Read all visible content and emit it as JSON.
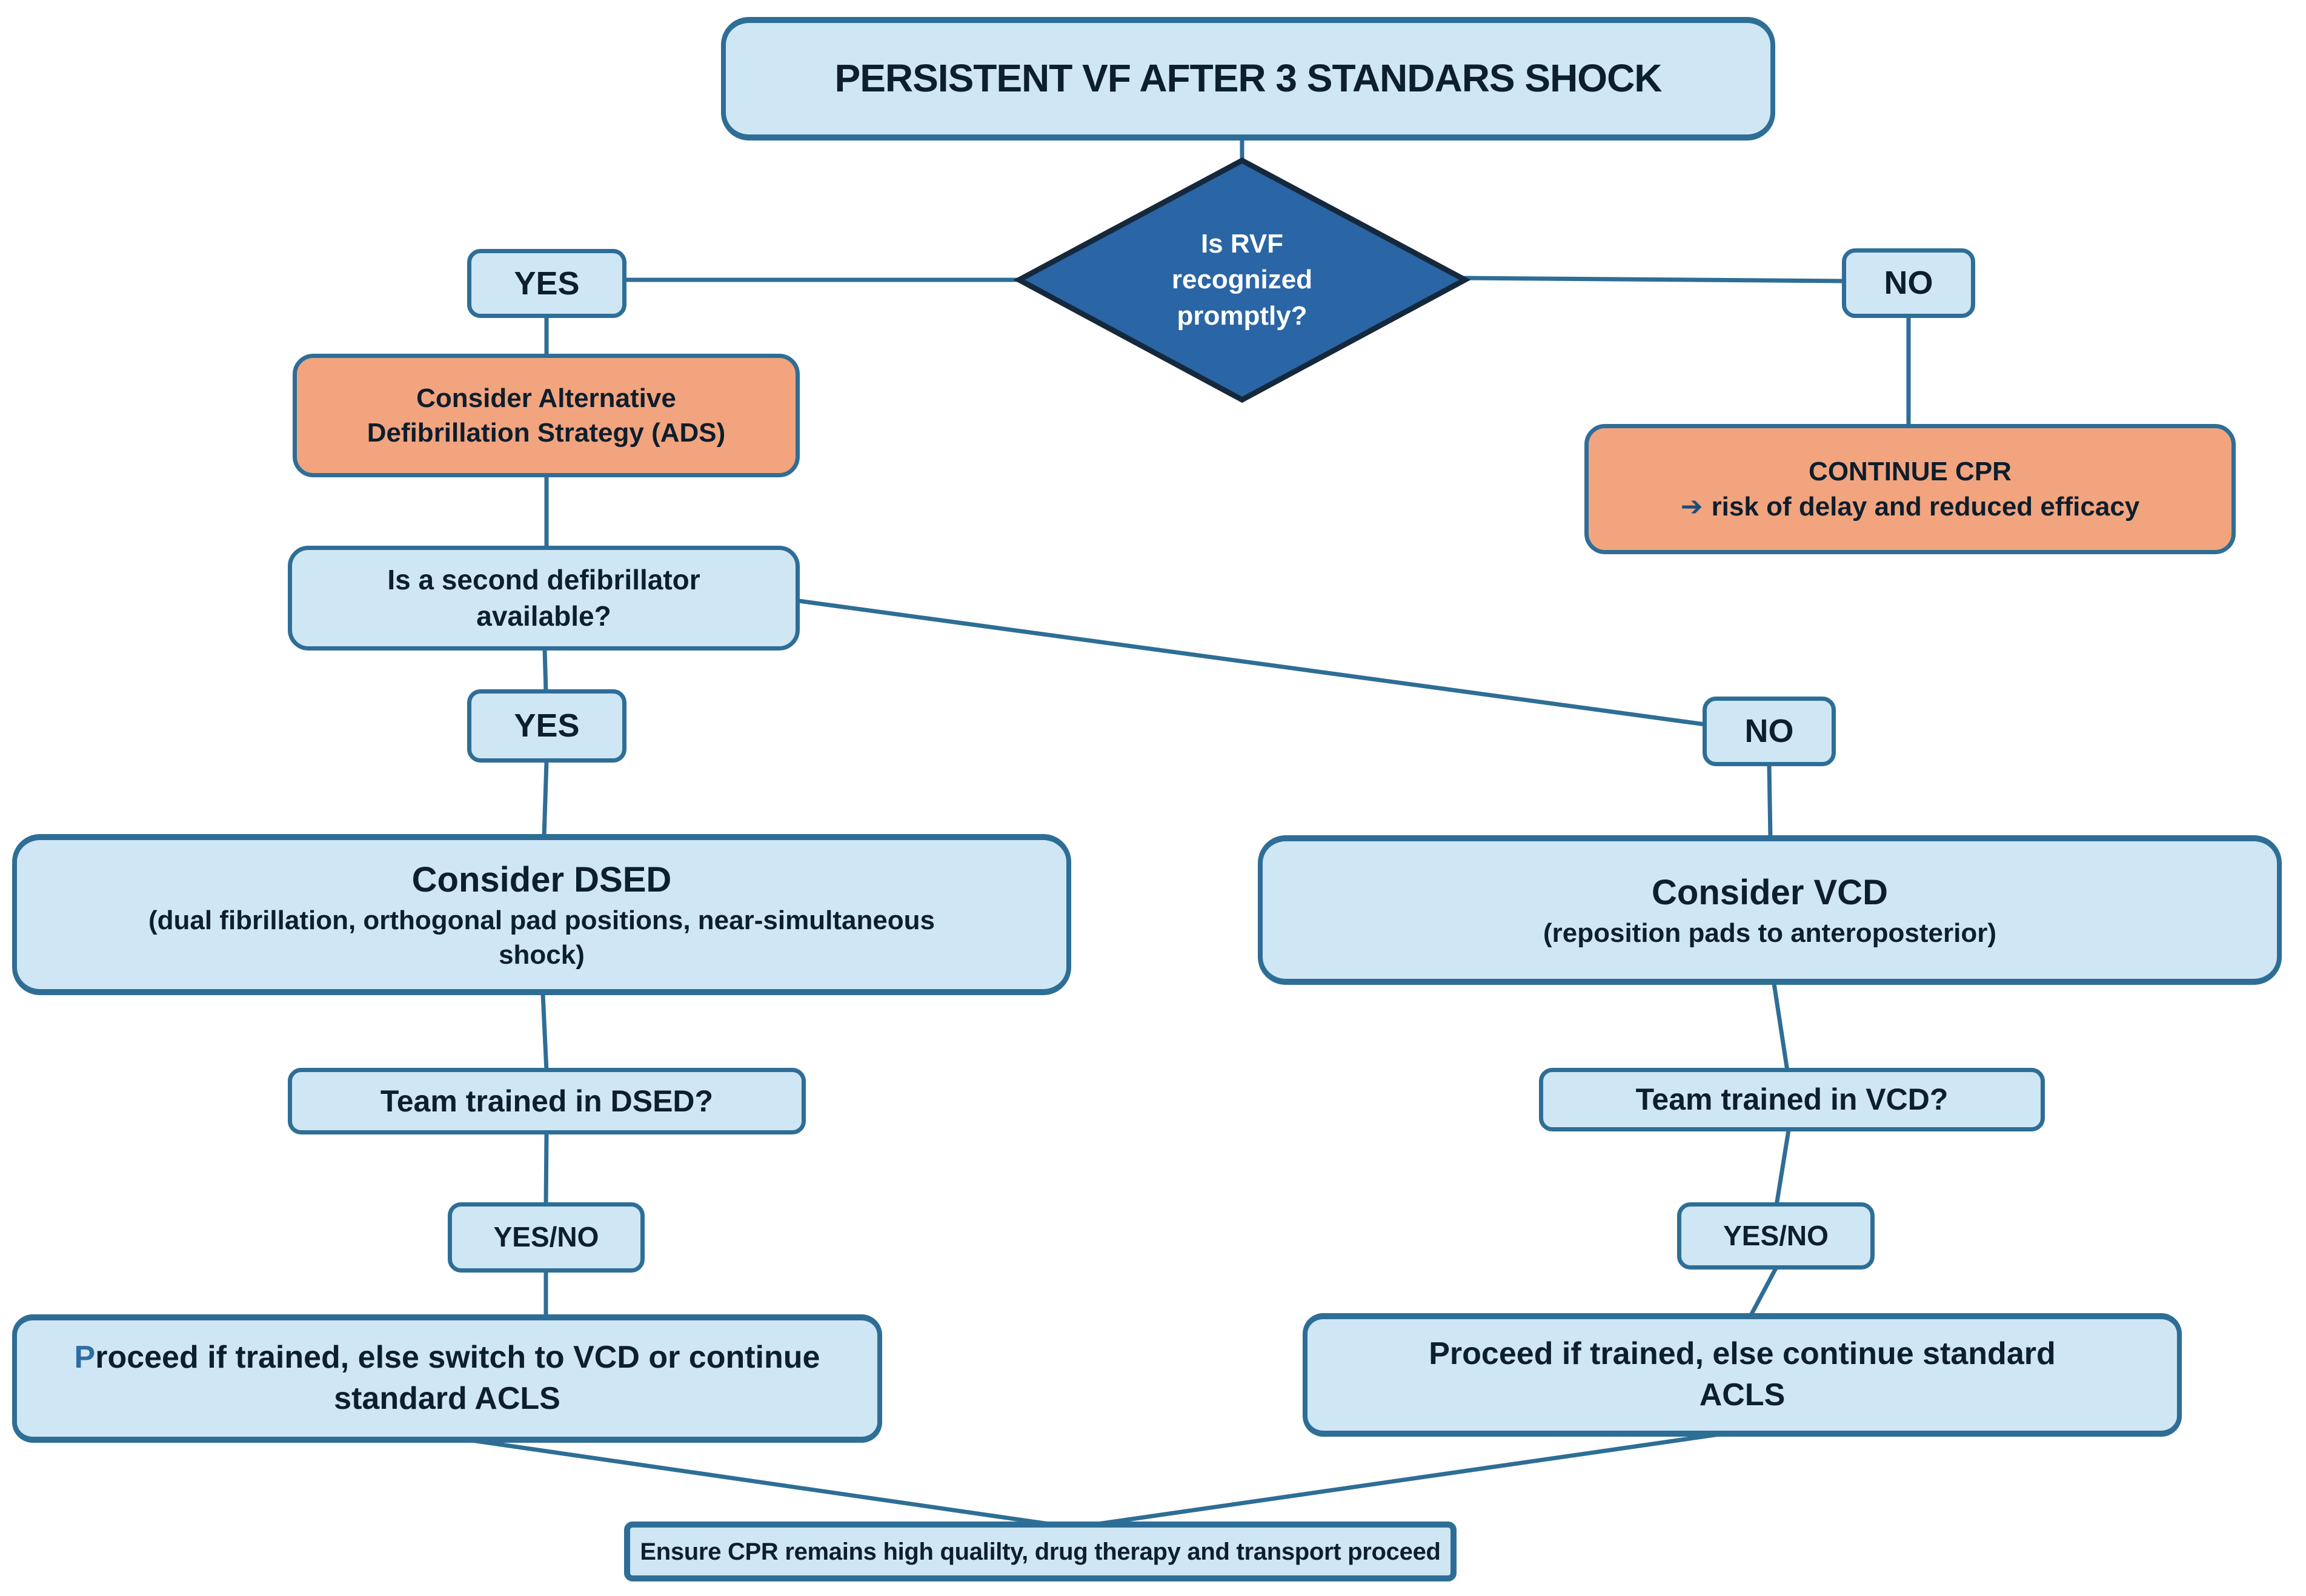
{
  "colors": {
    "background": "#ffffff",
    "node_fill": "#cfe6f4",
    "node_border": "#2e6e96",
    "connector": "#2e6e96",
    "decision_fill": "#2a65a5",
    "decision_border": "#16283c",
    "decision_text": "#ffffff",
    "warning_fill": "#f2a47e",
    "text": "#0d1e2d",
    "arrow_icon": "#1b4f79",
    "lead_letter": "#2e6da4"
  },
  "flowchart": {
    "start": {
      "label": "PERSISTENT VF AFTER 3 STANDARS SHOCK"
    },
    "decision_rvf": {
      "lines": [
        "Is RVF",
        "recognized",
        "promptly?"
      ]
    },
    "branch_yes_1": {
      "label": "YES"
    },
    "branch_no_1": {
      "label": "NO"
    },
    "ads": {
      "lines": [
        "Consider Alternative",
        "Defibrillation Strategy (ADS)"
      ]
    },
    "continue_cpr": {
      "title": "CONTINUE CPR",
      "arrow_icon": "➔",
      "note": "risk of delay and reduced efficacy"
    },
    "second_defib": {
      "lines": [
        "Is a second defibrillator",
        "available?"
      ]
    },
    "branch_yes_2": {
      "label": "YES"
    },
    "branch_no_2": {
      "label": "NO"
    },
    "dsed": {
      "title": "Consider DSED",
      "sub_lines": [
        "(dual fibrillation, orthogonal pad positions, near-simultaneous",
        "shock)"
      ]
    },
    "vcd": {
      "title": "Consider VCD",
      "subtitle": "(reposition pads to anteroposterior)"
    },
    "team_dsed": {
      "label": "Team trained in DSED?"
    },
    "team_vcd": {
      "label": "Team trained in VCD?"
    },
    "yesno_left": {
      "label": "YES/NO"
    },
    "yesno_right": {
      "label": "YES/NO"
    },
    "proceed_left": {
      "lead": "P",
      "line1_rest": "roceed if trained, else switch to VCD or continue",
      "line2": "standard ACLS"
    },
    "proceed_right": {
      "lines": [
        "Proceed if trained, else continue standard",
        "ACLS"
      ]
    },
    "footer": {
      "label": "Ensure CPR remains high qualilty, drug therapy and transport proceed"
    }
  }
}
